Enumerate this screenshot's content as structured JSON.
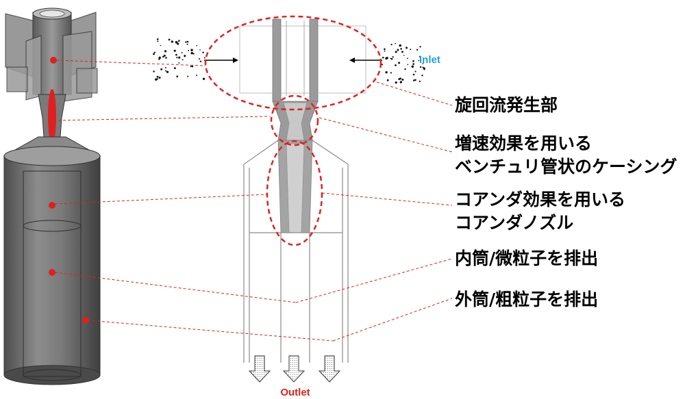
{
  "labels": {
    "inlet": "Inlet",
    "outlet": "Outlet",
    "callouts": [
      {
        "id": "swirl-generator",
        "lines": [
          "旋回流発生部"
        ]
      },
      {
        "id": "venturi-casing",
        "lines": [
          "増速効果を用いる",
          "ベンチュリ管状のケーシング"
        ]
      },
      {
        "id": "coanda-nozzle",
        "lines": [
          "コアンダ効果を用いる",
          "コアンダノズル"
        ]
      },
      {
        "id": "inner-tube",
        "lines": [
          "内筒/微粒子を排出"
        ]
      },
      {
        "id": "outer-tube",
        "lines": [
          "外筒/粗粒子を排出"
        ]
      }
    ]
  },
  "colors": {
    "callout_red": "#e02020",
    "inlet_blue": "#1ea0e6",
    "outlet_red": "#e02020",
    "body_gray": "#6e6e6e",
    "outline_gray": "#8a8a8a"
  }
}
